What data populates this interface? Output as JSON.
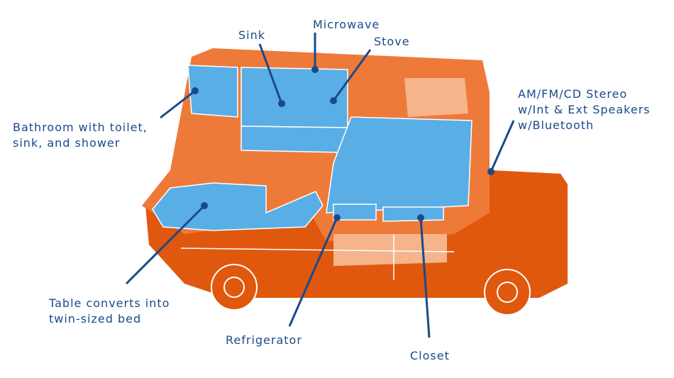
{
  "colors": {
    "body_orange": "#e0580e",
    "upper_orange": "#ee7a3a",
    "light_orange": "#f5b48c",
    "interior_blue": "#5aaee6",
    "line_white": "#ffffff",
    "callout_blue": "#1a4a8a"
  },
  "labels": {
    "sink": "Sink",
    "microwave": "Microwave",
    "stove": "Stove",
    "stereo": "AM/FM/CD Stereo\nw/Int & Ext Speakers\nw/Bluetooth",
    "bathroom": "Bathroom with toilet,\nsink, and shower",
    "table": "Table converts into\ntwin-sized bed",
    "refrigerator": "Refrigerator",
    "closet": "Closet"
  }
}
